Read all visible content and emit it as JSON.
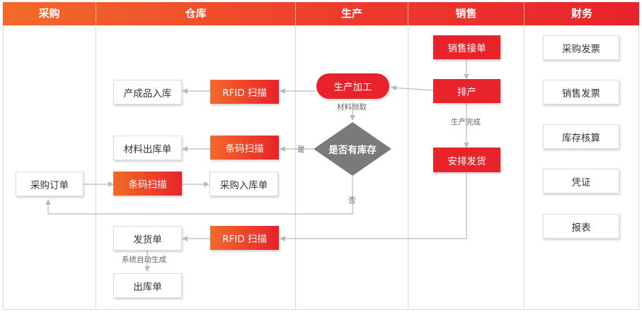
{
  "lanes": [
    "采购",
    "仓库",
    "生产",
    "销售",
    "财务"
  ],
  "nodes": {
    "purchase_order": "采购订单",
    "finished_goods_in": "产成品入库",
    "rfid_scan_1": "RFID 扫描",
    "material_out": "材料出库单",
    "barcode_scan_1": "条码扫描",
    "barcode_scan_2": "条码扫描",
    "purchase_in": "采购入库单",
    "delivery_note": "发货单",
    "rfid_scan_2": "RFID 扫描",
    "outbound_note": "出库单",
    "production": "生产加工",
    "in_stock_check": "是否有库存",
    "sales_order": "销售接单",
    "scheduling": "排产",
    "arrange_shipping": "安排发货",
    "purchase_invoice": "采购发票",
    "sales_invoice": "销售发票",
    "inventory_accounting": "库存核算",
    "voucher": "凭证",
    "report": "报表"
  },
  "edge_labels": {
    "material_pick": "材料领取",
    "yes": "是",
    "no": "否",
    "production_done": "生产完成",
    "auto_generate": "系统自动生成"
  },
  "colors": {
    "header_start": "#f26a2a",
    "header_end": "#e8232b",
    "red": "#e8232b",
    "diamond": "#7a7a7a",
    "connector": "#bbbbbb"
  }
}
